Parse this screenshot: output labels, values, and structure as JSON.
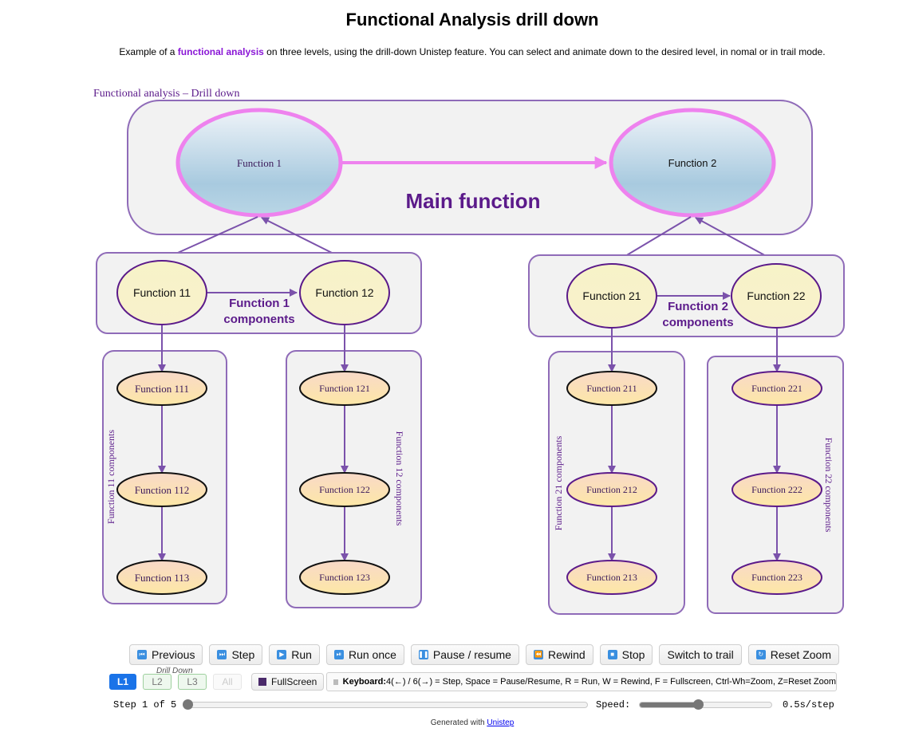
{
  "page": {
    "title": "Functional Analysis drill down",
    "description_prefix": "Example of a ",
    "description_highlight": "functional analysis",
    "description_suffix": " on three levels, using the drill-down Unistep feature. You can select and animate down to the desired level, in nomal or in trail mode."
  },
  "diagram": {
    "caption": "Functional analysis – Drill down",
    "main": {
      "label": "Main function",
      "nodes": [
        "Function 1",
        "Function 2"
      ]
    },
    "groups": [
      {
        "label_line1": "Function 1",
        "label_line2": "components",
        "nodes": [
          "Function 11",
          "Function 12"
        ]
      },
      {
        "label_line1": "Function 2",
        "label_line2": "components",
        "nodes": [
          "Function 21",
          "Function 22"
        ]
      }
    ],
    "subgroups": [
      {
        "label": "Function 11 components",
        "nodes": [
          "Function 111",
          "Function 112",
          "Function 113"
        ]
      },
      {
        "label": "Function 12 components",
        "nodes": [
          "Function 121",
          "Function 122",
          "Function 123"
        ]
      },
      {
        "label": "Function 21 components",
        "nodes": [
          "Function 211",
          "Function 212",
          "Function 213"
        ]
      },
      {
        "label": "Function 22 components",
        "nodes": [
          "Function 221",
          "Function 222",
          "Function 223"
        ]
      }
    ],
    "colors": {
      "accent_pink": "#ee82ee",
      "purple": "#5b1a8a",
      "edge": "#7b52ab",
      "box_fill": "#f2f2f2"
    }
  },
  "toolbar": {
    "buttons": [
      {
        "label": "Previous",
        "icon": "previous-icon"
      },
      {
        "label": "Step",
        "icon": "step-icon"
      },
      {
        "label": "Run",
        "icon": "play-icon"
      },
      {
        "label": "Run once",
        "icon": "run-once-icon"
      },
      {
        "label": "Pause / resume",
        "icon": "pause-icon"
      },
      {
        "label": "Rewind",
        "icon": "rewind-icon"
      },
      {
        "label": "Stop",
        "icon": "stop-icon"
      },
      {
        "label": "Switch to trail",
        "icon": ""
      },
      {
        "label": "Reset Zoom",
        "icon": "reset-zoom-icon"
      }
    ],
    "drill_down_label": "Drill Down",
    "levels": [
      "L1",
      "L2",
      "L3",
      "All"
    ],
    "active_level": "L1",
    "fullscreen_label": "FullScreen",
    "keyboard_label": "Keyboard:",
    "keyboard_text": " 4(←) / 6(→) = Step, Space = Pause/Resume, R = Run, W = Rewind, F = Fullscreen, Ctrl-Wh=Zoom, Z=Reset Zoom"
  },
  "progress": {
    "step_text": "Step 1 of 5",
    "step_current": 1,
    "step_total": 5,
    "speed_label": "Speed:",
    "speed_value": "0.5s/step",
    "speed_fraction": 0.45
  },
  "footer": {
    "prefix": "Generated with ",
    "link": "Unistep"
  }
}
